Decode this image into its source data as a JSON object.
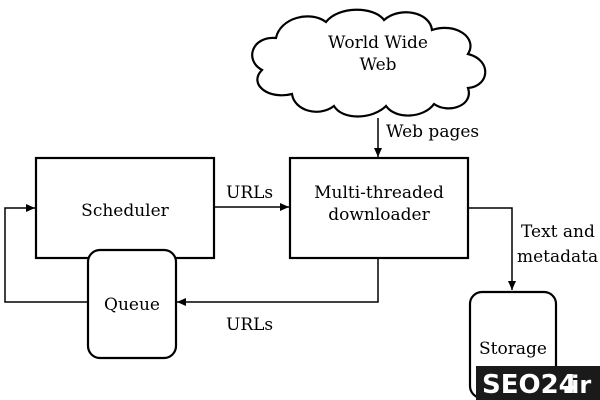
{
  "nodes": {
    "cloud": {
      "line1": "World Wide",
      "line2": "Web"
    },
    "scheduler": {
      "label": "Scheduler"
    },
    "downloader": {
      "line1": "Multi-threaded",
      "line2": "downloader"
    },
    "queue": {
      "label": "Queue"
    },
    "storage": {
      "label": "Storage"
    }
  },
  "edges": {
    "web_to_downloader": "Web pages",
    "scheduler_to_downloader": "URLs",
    "downloader_to_queue": "URLs",
    "downloader_to_storage_line1": "Text and",
    "downloader_to_storage_line2": "metadata"
  },
  "watermark": {
    "text": "SEO24",
    "suffix": ".ir"
  }
}
